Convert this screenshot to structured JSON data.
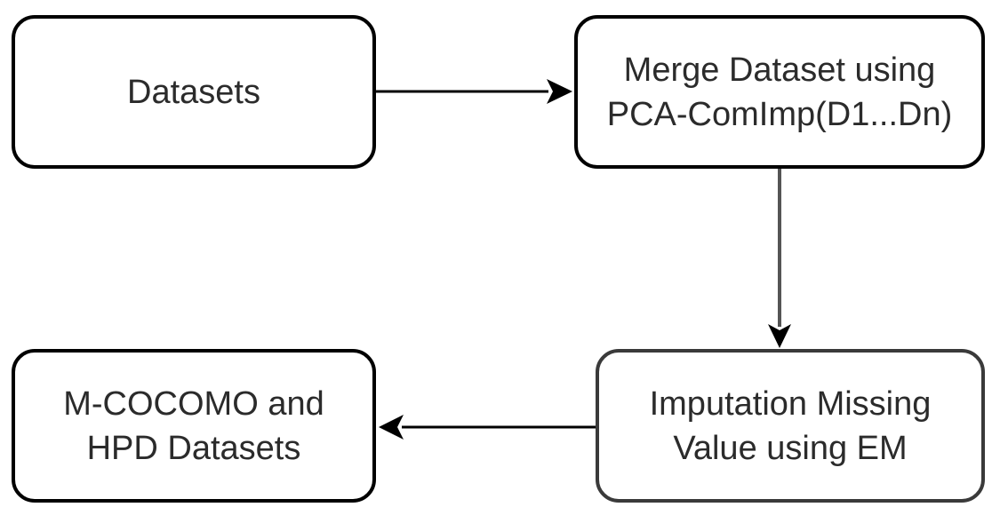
{
  "nodes": {
    "datasets": {
      "line1": "Datasets"
    },
    "merge": {
      "line1": "Merge Dataset using",
      "line2": "PCA-ComImp(D1...Dn)"
    },
    "imputation": {
      "line1": "Imputation Missing",
      "line2": "Value using EM"
    },
    "output": {
      "line1": "M-COCOMO and",
      "line2": "HPD Datasets"
    }
  },
  "edges": [
    {
      "from": "datasets",
      "to": "merge"
    },
    {
      "from": "merge",
      "to": "imputation"
    },
    {
      "from": "imputation",
      "to": "output"
    }
  ],
  "colors": {
    "border": "#000000",
    "text": "#2b2b2b",
    "arrow": "#000000",
    "arrow_vertical": "#555555"
  }
}
